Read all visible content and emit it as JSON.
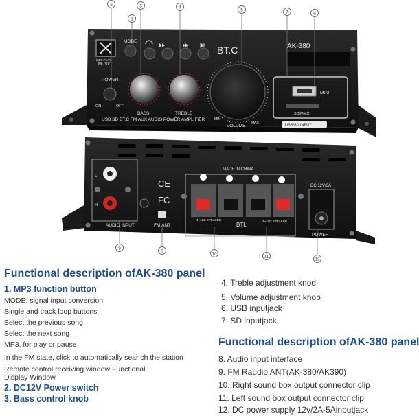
{
  "callouts": [
    "1",
    "2",
    "3",
    "4",
    "5",
    "6",
    "7",
    "8",
    "9",
    "10",
    "11",
    "12"
  ],
  "front_panel": {
    "mode": "MODE",
    "mp3_logo": "MP3 PLAY",
    "music": "MUSIC",
    "power": "POWER",
    "on": "ON",
    "off": "OFF",
    "brand": "BT.C",
    "model": "AK-380",
    "bass": "BASS",
    "treble": "TREBLE",
    "volume": "VOLUME",
    "min": "MIN",
    "max": "MAX",
    "mp3": "MP3",
    "sd_mmc": "SD/MMC",
    "usb_sd_input": "USB/SD INPUT",
    "strip": "USB SD BT.C FM AUX AUDIO POWER AMPLIFIER"
  },
  "back_panel": {
    "l": "L",
    "r": "R",
    "audio_input": "AUDIO INPUT",
    "ce": "CE",
    "fc": "FC",
    "fm_ant": "FM.ANT",
    "made_in_china": "MADE IN CHINA",
    "btl": "BTL",
    "speaker_left": "4~16Ω SPEAKER",
    "speaker_right": "4~16Ω SPEAKER",
    "dc": "DC 12V/3A",
    "power": "POWER"
  },
  "desc_left": {
    "heading": "Functional description ofAK-380 panel",
    "item1_title": "1. MP3 function button",
    "lines": [
      "MODE: signal input conversion",
      "Single and track loop buttons",
      "Select the previous song",
      "Select the next song",
      "MP3, for play or pause",
      "In the FM state, click to automatically sear ch the station",
      "Remote control receiving window Functional",
      "Display Window"
    ],
    "item2": "2. DC12V Power switch",
    "item3": "3. Bass control knob"
  },
  "desc_right_top": [
    "4. Treble adjustment knod",
    "5. Volume adjustment knob",
    "6. USB inputjack",
    "7. SD inputjack"
  ],
  "desc_right": {
    "heading": "Functional description ofAK-380 panel",
    "items": [
      "8. Audio input interface",
      "9. FM Raudio ANT(AK-380/AK390)",
      "10. Right sound box output connector clip",
      "11. Left sound box output connector clip",
      "12. DC power supply 12v/2A-5Ainputjack"
    ]
  }
}
